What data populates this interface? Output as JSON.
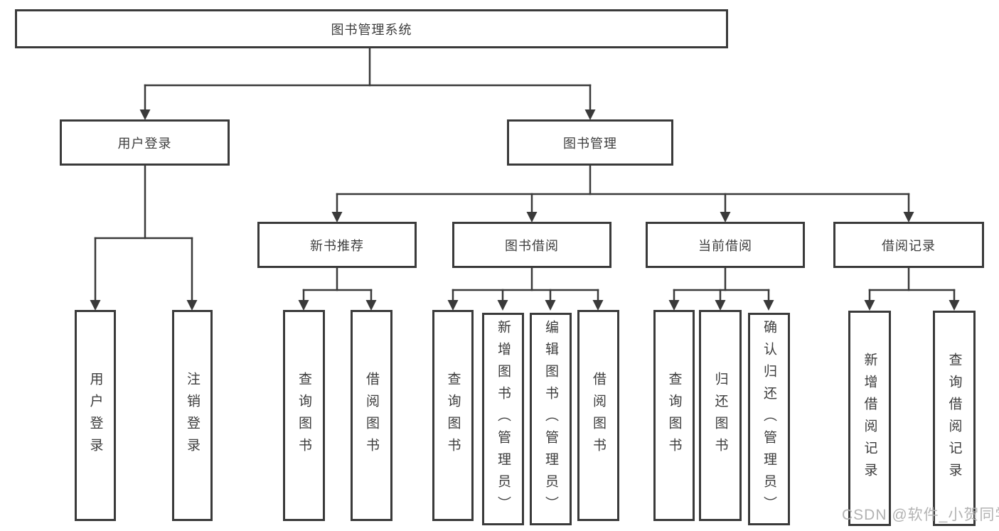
{
  "diagram": {
    "title": "图书管理系统",
    "level2": {
      "user_login": "用户登录",
      "book_management": "图书管理"
    },
    "level3": {
      "new_book_recommend": "新书推荐",
      "book_borrow": "图书借阅",
      "current_borrow": "当前借阅",
      "borrow_record": "借阅记录"
    },
    "leaves": {
      "user_login": [
        "用户登录",
        "注销登录"
      ],
      "new_book_recommend": [
        "查询图书",
        "借阅图书"
      ],
      "book_borrow": [
        "查询图书",
        "新增图书（管理员）",
        "编辑图书（管理员）",
        "借阅图书"
      ],
      "current_borrow": [
        "查询图书",
        "归还图书",
        "确认归还（管理员）"
      ],
      "borrow_record": [
        "新增借阅记录",
        "查询借阅记录"
      ]
    },
    "watermark": "CSDN @软件_小贺同学",
    "colors": {
      "line": "#3a3a3a",
      "text": "#3d3d3d",
      "watermark": "#b3b3b3",
      "background": "#ffffff"
    }
  }
}
